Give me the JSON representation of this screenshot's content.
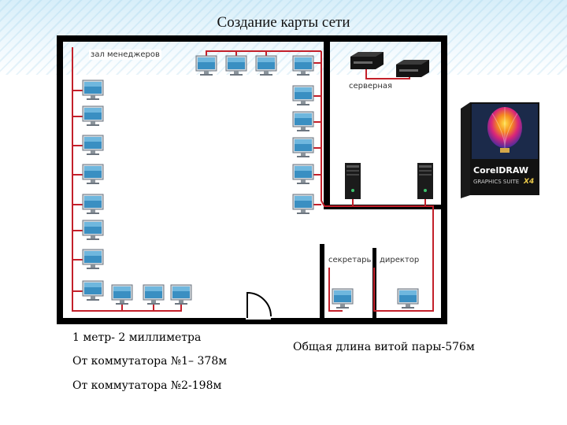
{
  "title": "Создание карты сети",
  "rooms": {
    "managers": "зал менеджеров",
    "server": "серверная",
    "secretary": "секретарь",
    "director": "директор"
  },
  "notes": {
    "scale": "1 метр- 2 миллиметра",
    "switch1": "От коммутатора №1– 378м",
    "switch2": "От коммутатора №2-198м",
    "total": "Общая длина витой пары-576м"
  },
  "product": {
    "brand": "CorelDRAW",
    "suite": "GRAPHICS SUITE",
    "version": "X4"
  },
  "colors": {
    "wall": "#000000",
    "cable": "#c3202a",
    "monitor_screen": "#3a8fc2",
    "background_band": "#d7eef9"
  },
  "icons": {
    "workstation": "monitor-icon",
    "server": "server-tower-icon",
    "switch": "network-switch-icon",
    "door": "door-icon"
  }
}
